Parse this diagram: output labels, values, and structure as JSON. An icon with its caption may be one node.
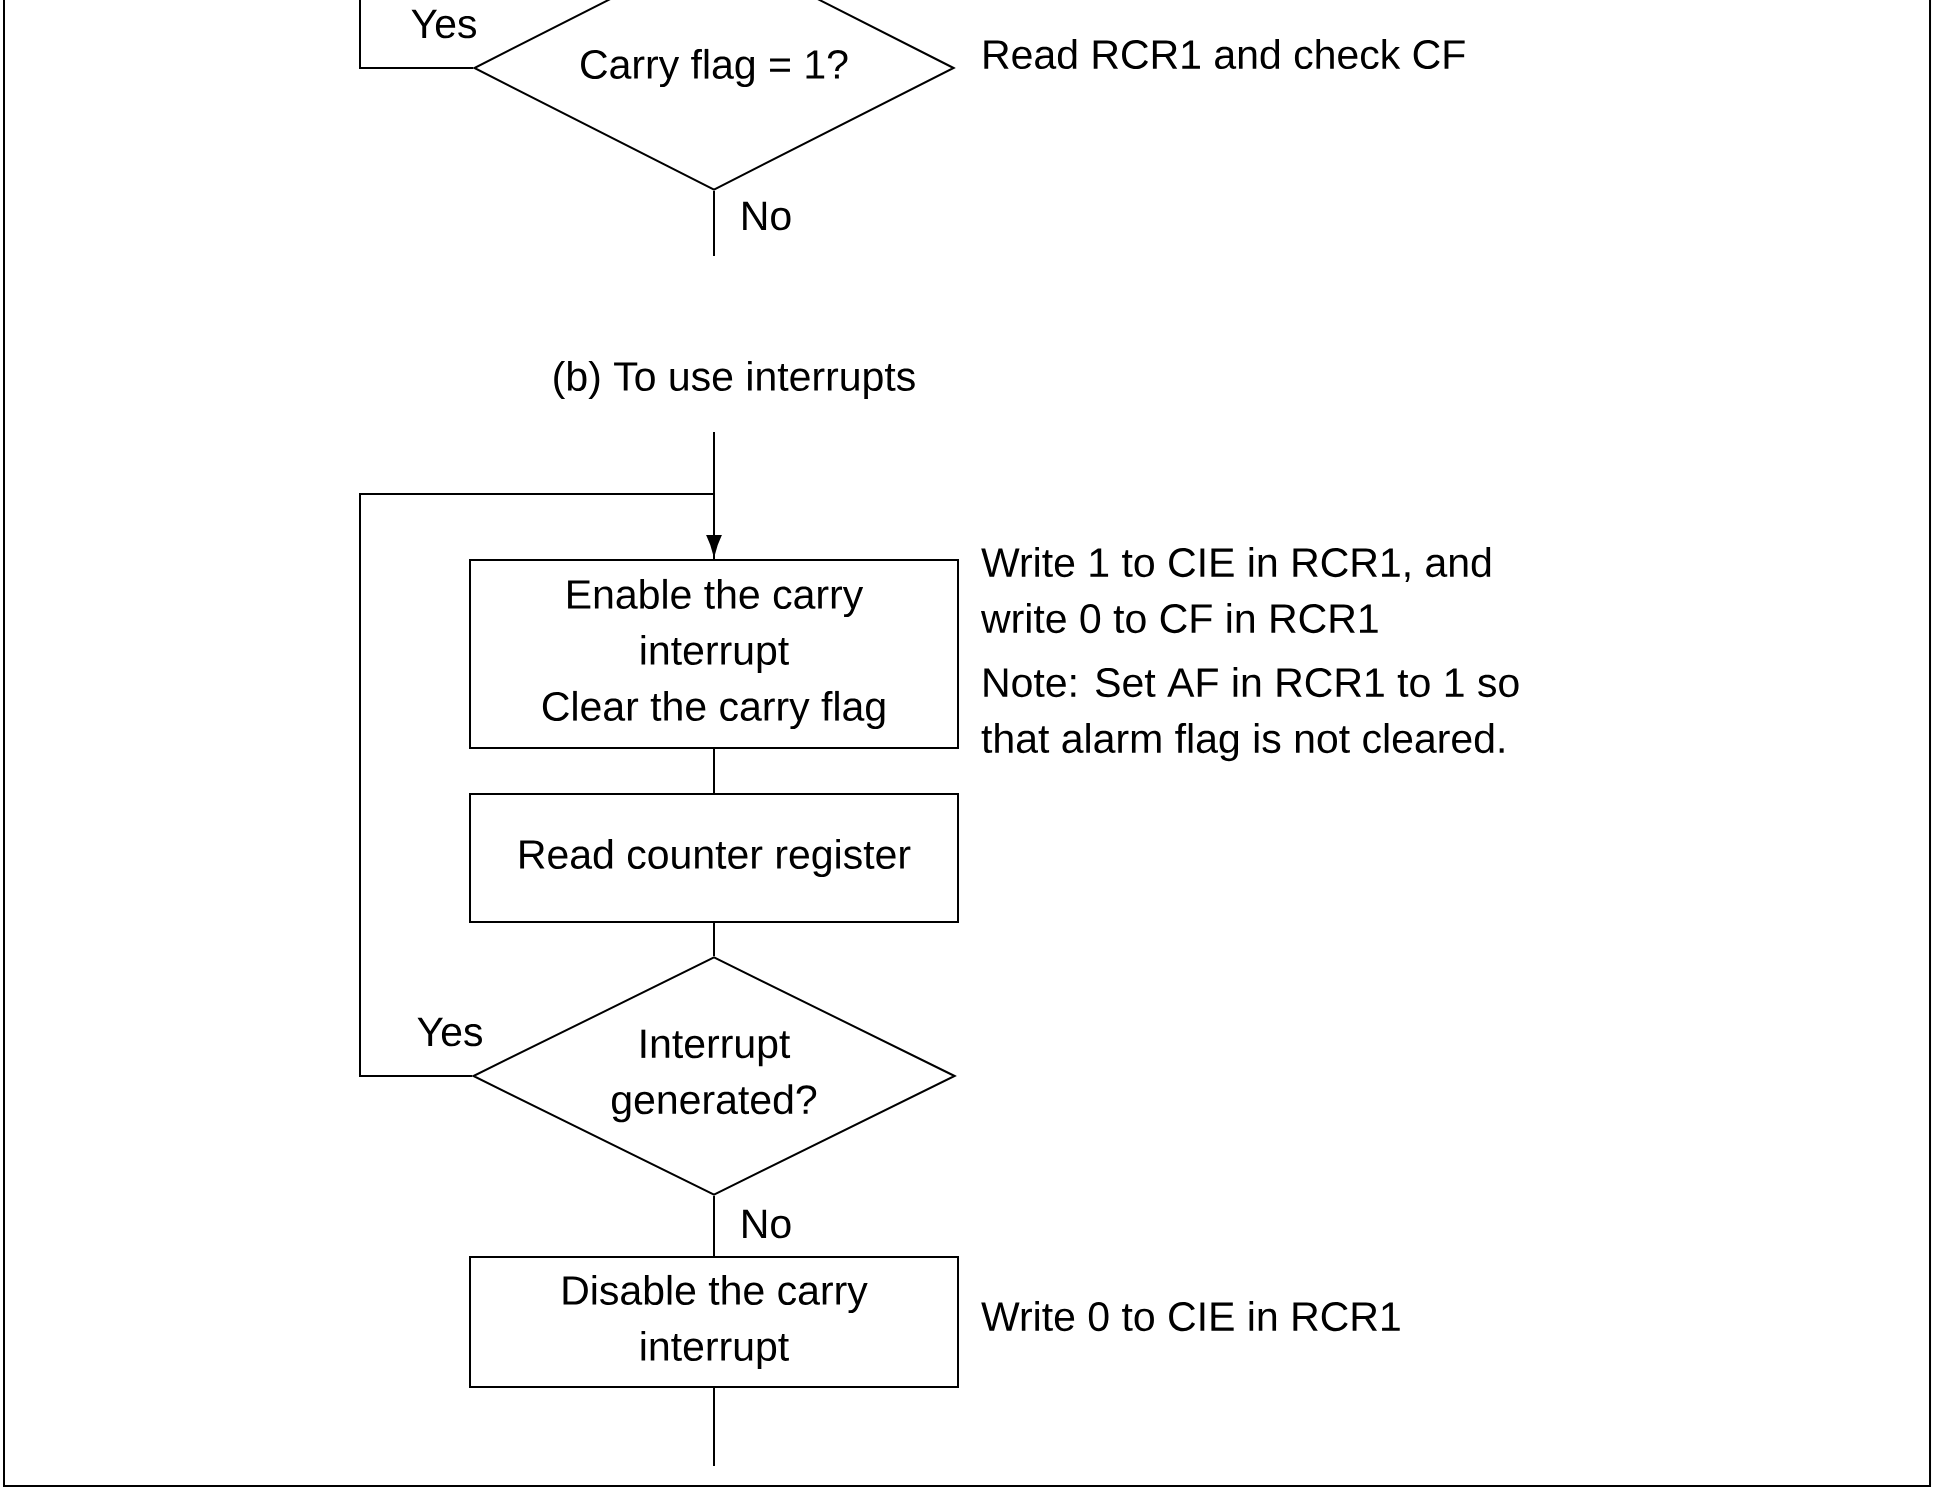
{
  "diagram": {
    "nodes": [
      {
        "text": [
          "Carry flag = 1?"
        ],
        "beside": [
          "Read RCR1 and check CF"
        ]
      },
      {
        "text": [
          "Enable the carry interrupt",
          "Clear the carry flag"
        ],
        "beside": [
          "Write 1 to CIE in RCR1, and write 0 to CF in RCR1",
          "Note: Set AF in RCR1 to 1 so that alarm flag is not cleared."
        ]
      },
      {
        "text": [
          "Read counter register"
        ]
      },
      {
        "text": [
          "Interrupt generated?"
        ]
      },
      {
        "text": [
          "Disable the carry interrupt"
        ],
        "beside": [
          "Write 0 to CIE in RCR1"
        ]
      }
    ],
    "edges": [
      {
        "from": 0,
        "to": null,
        "arrow": "none",
        "label": "Yes"
      },
      {
        "from": 0,
        "to": null,
        "arrow": "none",
        "label": "No"
      },
      {
        "from": null,
        "to": 1,
        "arrow": "none"
      },
      {
        "from": 1,
        "to": 2,
        "arrow": "none"
      },
      {
        "from": 2,
        "to": 3,
        "arrow": "none"
      },
      {
        "from": 3,
        "to": 1,
        "arrow": "to",
        "label": "Yes"
      },
      {
        "from": 3,
        "to": 4,
        "arrow": "none",
        "label": "No"
      },
      {
        "from": 4,
        "to": null,
        "arrow": "none"
      }
    ],
    "labels": [
      "(b) To use interrupts"
    ]
  }
}
